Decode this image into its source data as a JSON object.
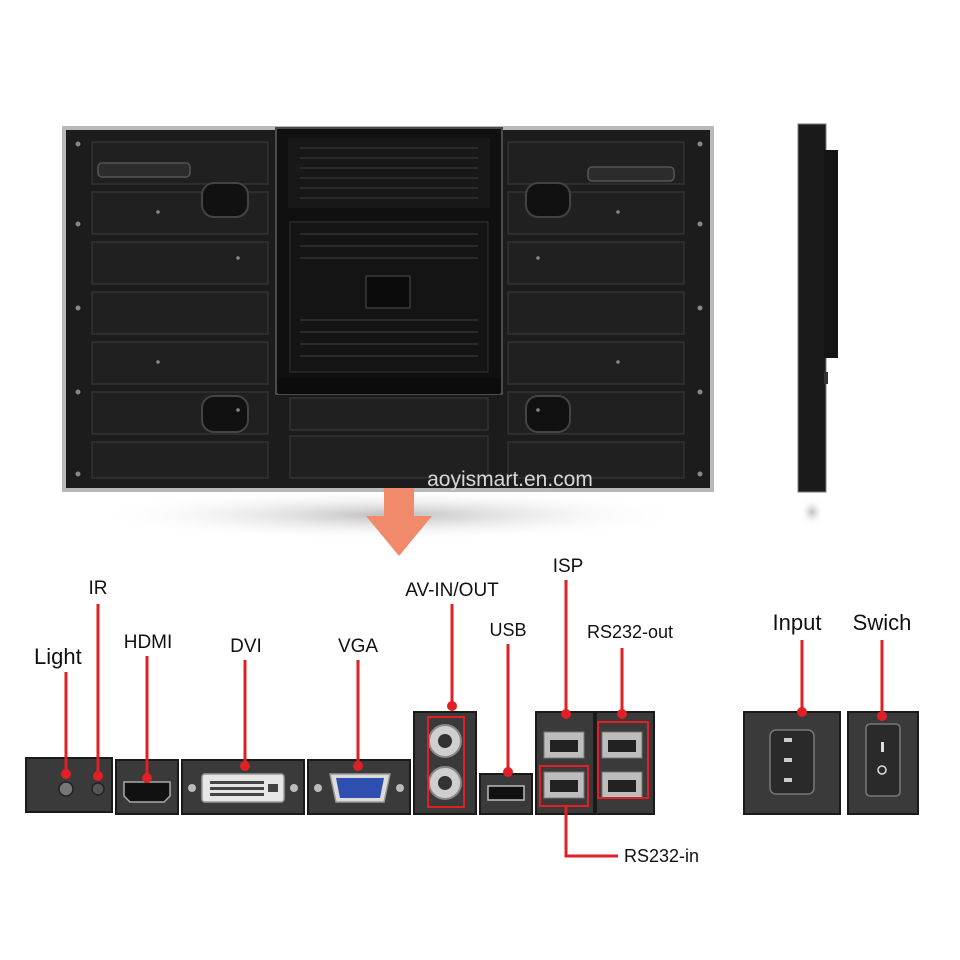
{
  "watermark": "aoyismart.en.com",
  "labels": {
    "light": "Light",
    "ir": "IR",
    "hdmi": "HDMI",
    "dvi": "DVI",
    "vga": "VGA",
    "av_in_out": "AV-IN/OUT",
    "usb": "USB",
    "isp": "ISP",
    "rs232_out": "RS232-out",
    "rs232_in": "RS232-in",
    "input": "Input",
    "swich": "Swich"
  },
  "colors": {
    "callout_red": "#e01f26",
    "arrow": "#f08a6a",
    "monitor_body": "#1c1c1c"
  },
  "icons": {
    "arrow": "down-arrow-icon"
  }
}
